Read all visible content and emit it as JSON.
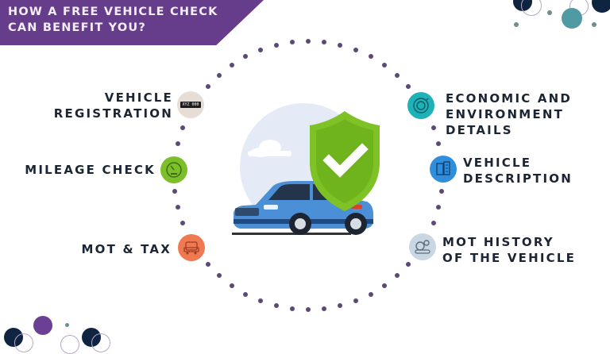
{
  "banner": {
    "line1": "HOW A FREE VEHICLE CHECK",
    "line2": "CAN BENEFIT YOU?",
    "color": "#663d8a"
  },
  "features_left": [
    {
      "line1": "VEHICLE",
      "line2": "REGISTRATION",
      "icon": "license-plate-icon",
      "icon_text": "XYZ 000",
      "icon_bg": "#e6ded6"
    },
    {
      "line1": "MILEAGE CHECK",
      "icon": "speedometer-icon",
      "icon_bg": "#7cbf2a"
    },
    {
      "line1": "MOT & TAX",
      "icon": "car-tax-icon",
      "icon_bg": "#ef7a52"
    }
  ],
  "features_right": [
    {
      "line1": "ECONOMIC AND",
      "line2": "ENVIRONMENT",
      "line3": "DETAILS",
      "icon": "eco-cycle-icon",
      "icon_bg": "#1fb1b8"
    },
    {
      "line1": "VEHICLE",
      "line2": "DESCRIPTION",
      "icon": "document-list-icon",
      "icon_bg": "#2f8fdc"
    },
    {
      "line1": "MOT HISTORY",
      "line2": "OF THE VEHICLE",
      "icon": "gear-history-icon",
      "icon_bg": "#c9d6e4"
    }
  ],
  "illustration": {
    "car_color": "#4b8fd6",
    "shield_color": "#7ec225",
    "check_icon": "checkmark-icon",
    "backdrop_color": "#e4eaf6"
  },
  "colors": {
    "dots": "#5b4a78",
    "text": "#1c2534",
    "navy": "#0f2440",
    "teal": "#4f9aa3",
    "purple": "#6b3f94"
  }
}
